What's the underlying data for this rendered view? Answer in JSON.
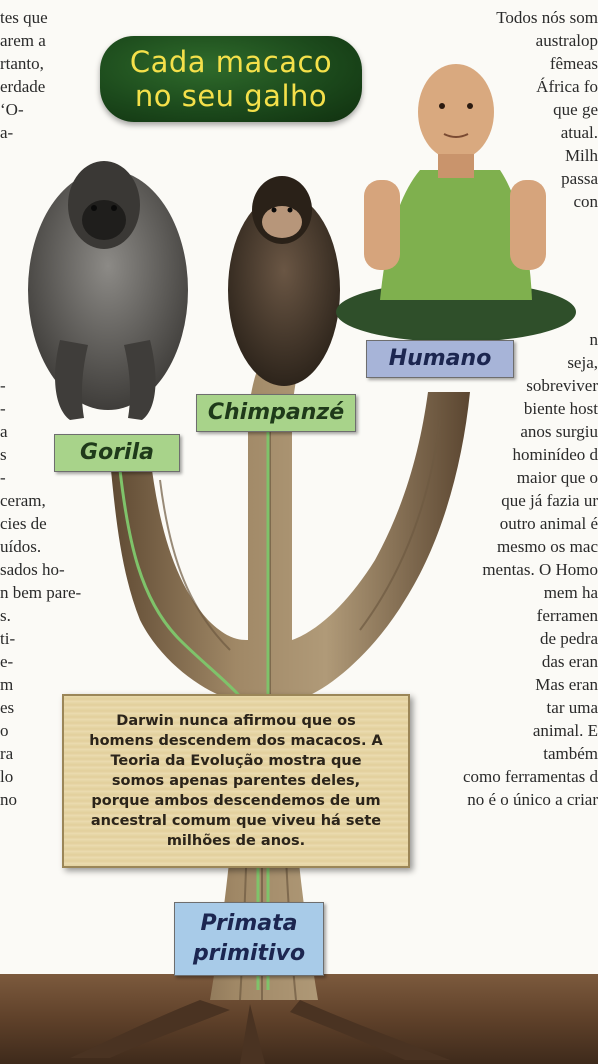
{
  "title": {
    "line1": "Cada macaco",
    "line2": "no seu galho"
  },
  "labels": {
    "gorila": "Gorila",
    "chimpanze": "Chimpanzé",
    "humano": "Humano",
    "primata_line1": "Primata",
    "primata_line2": "primitivo"
  },
  "sign_text": "Darwin nunca afirmou que os homens descendem dos macacos. A Teoria da Evolução mostra que somos apenas parentes deles, porque ambos descendemos de um ancestral comum que viveu há sete milhões de anos.",
  "left_column": [
    "tes que",
    "arem a",
    "rtanto,",
    "erdade",
    "ʻO-",
    "a-",
    "",
    "",
    "",
    "",
    "",
    "",
    "",
    "",
    "",
    "",
    "-",
    "-",
    "a",
    "s",
    "-",
    "ceram,",
    "cies de",
    "uídos.",
    "sados ho-",
    "n bem pare-",
    "s.",
    "ti-",
    "e-",
    "m",
    "es",
    "o",
    "ra",
    "lo",
    "no"
  ],
  "right_column": [
    "Todos nós som",
    "australop",
    "fêmeas",
    "África fo",
    "que ge",
    "atual.",
    "Milh",
    "passa",
    "con",
    "",
    "",
    "",
    "",
    "",
    "n",
    "seja,",
    "sobreviver",
    "biente host",
    "anos surgiu",
    "hominídeo d",
    "maior que o",
    "que já fazia ur",
    "outro animal é",
    "mesmo os mac",
    "mentas. O Homo",
    "mem ha",
    "ferramen",
    "de pedra",
    "das eran",
    "Mas eran",
    "tar uma",
    "animal. E",
    "também",
    "como ferramentas d",
    "no é o único a criar"
  ],
  "colors": {
    "title_bg": "#1c4a1c",
    "title_text": "#f4e04a",
    "green_label": "#a8d38a",
    "blue_label": "#a7b4d8",
    "sign_bg": "#e8d8ab",
    "trunk": "#8a7356",
    "soil": "#6b4a30"
  }
}
